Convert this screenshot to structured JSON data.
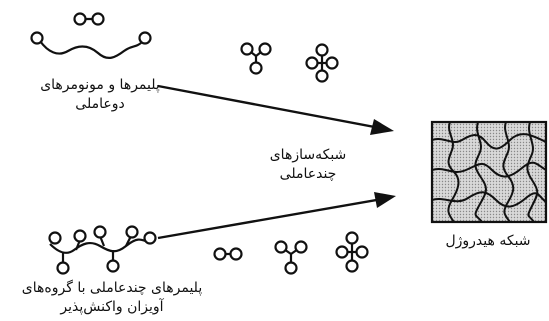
{
  "labels": {
    "top_source": {
      "line1": "پلیمرها و مونومرهای",
      "line2": "دوعاملی"
    },
    "crosslinker": {
      "line1": "شبکه‌سازهای",
      "line2": "چندعاملی"
    },
    "bottom_source": {
      "line1": "پلیمرهای چندعاملی با گروه‌های",
      "line2": "آویزان واکنش‌پذیر"
    },
    "product": "شبکه هیدروژل"
  },
  "colors": {
    "ink": "#111111",
    "hydrogel_fill": "#cfcfcf",
    "background": "#ffffff"
  }
}
